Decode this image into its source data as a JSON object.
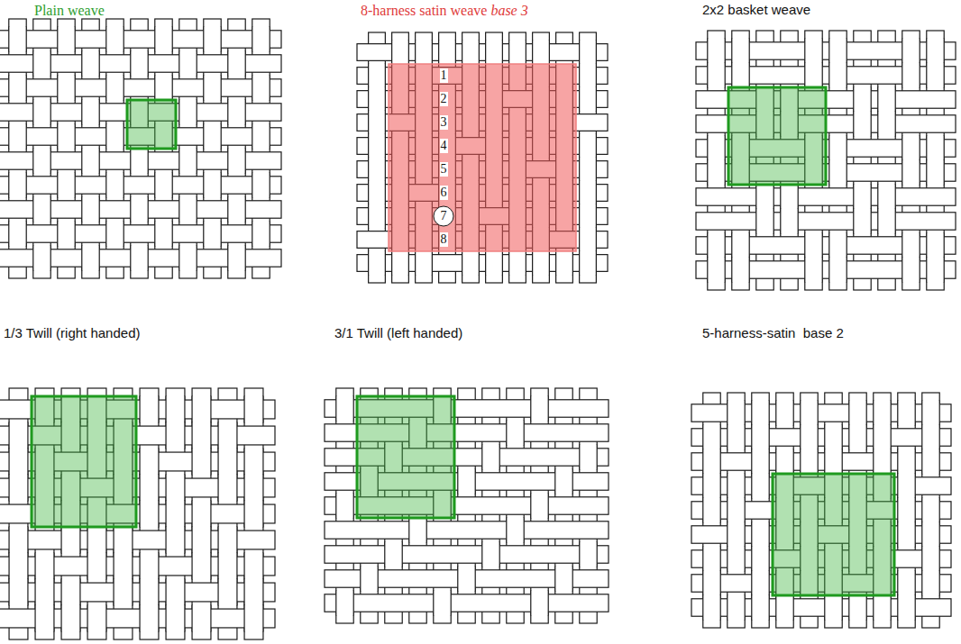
{
  "diagram": {
    "labels": [
      "Plain weave",
      "8-harness satin weave",
      "base 3",
      "2x2 basket weave",
      "1/3 Twill (right handed)",
      "3/1 Twill (left handed)",
      "5-harness-satin  base 2",
      "1",
      "2",
      "3",
      "4",
      "5",
      "6",
      "7",
      "8"
    ]
  }
}
